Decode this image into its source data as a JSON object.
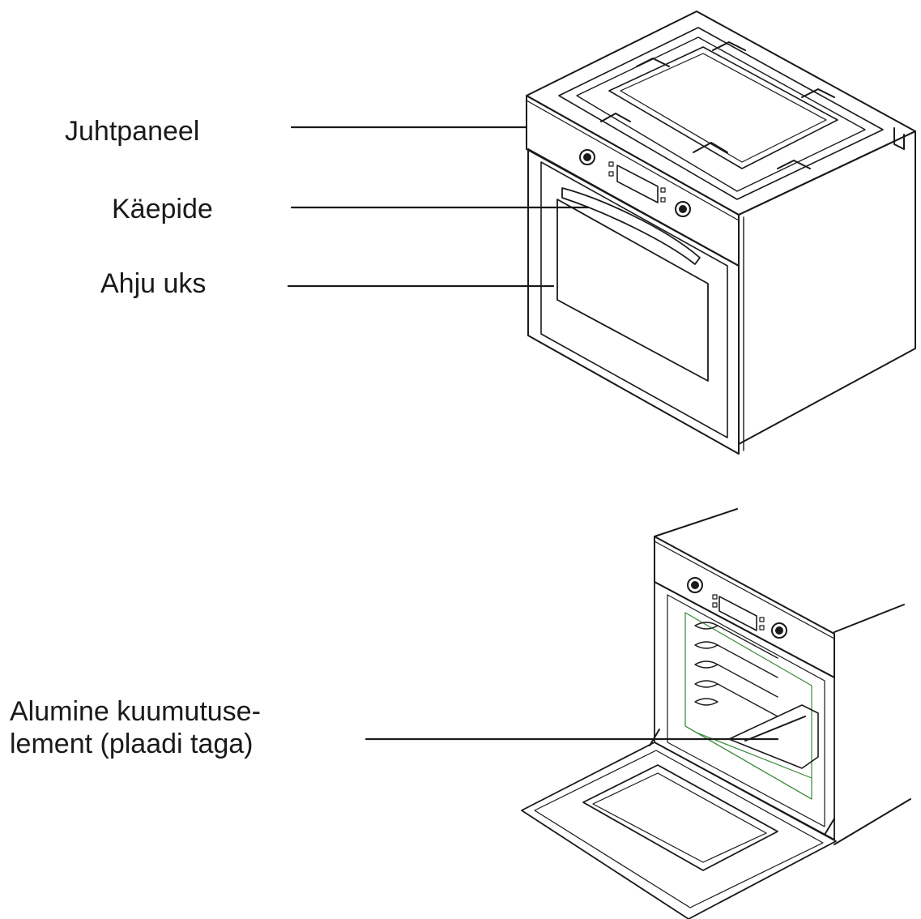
{
  "labels": {
    "control_panel": "Juhtpaneel",
    "handle": "Käepide",
    "oven_door": "Ahju uks",
    "bottom_element_line1": "Alumine kuumutuse-",
    "bottom_element_line2": "lement (plaadi taga)"
  },
  "colors": {
    "line": "#1a1a1a",
    "highlight": "#3a8a3a"
  }
}
